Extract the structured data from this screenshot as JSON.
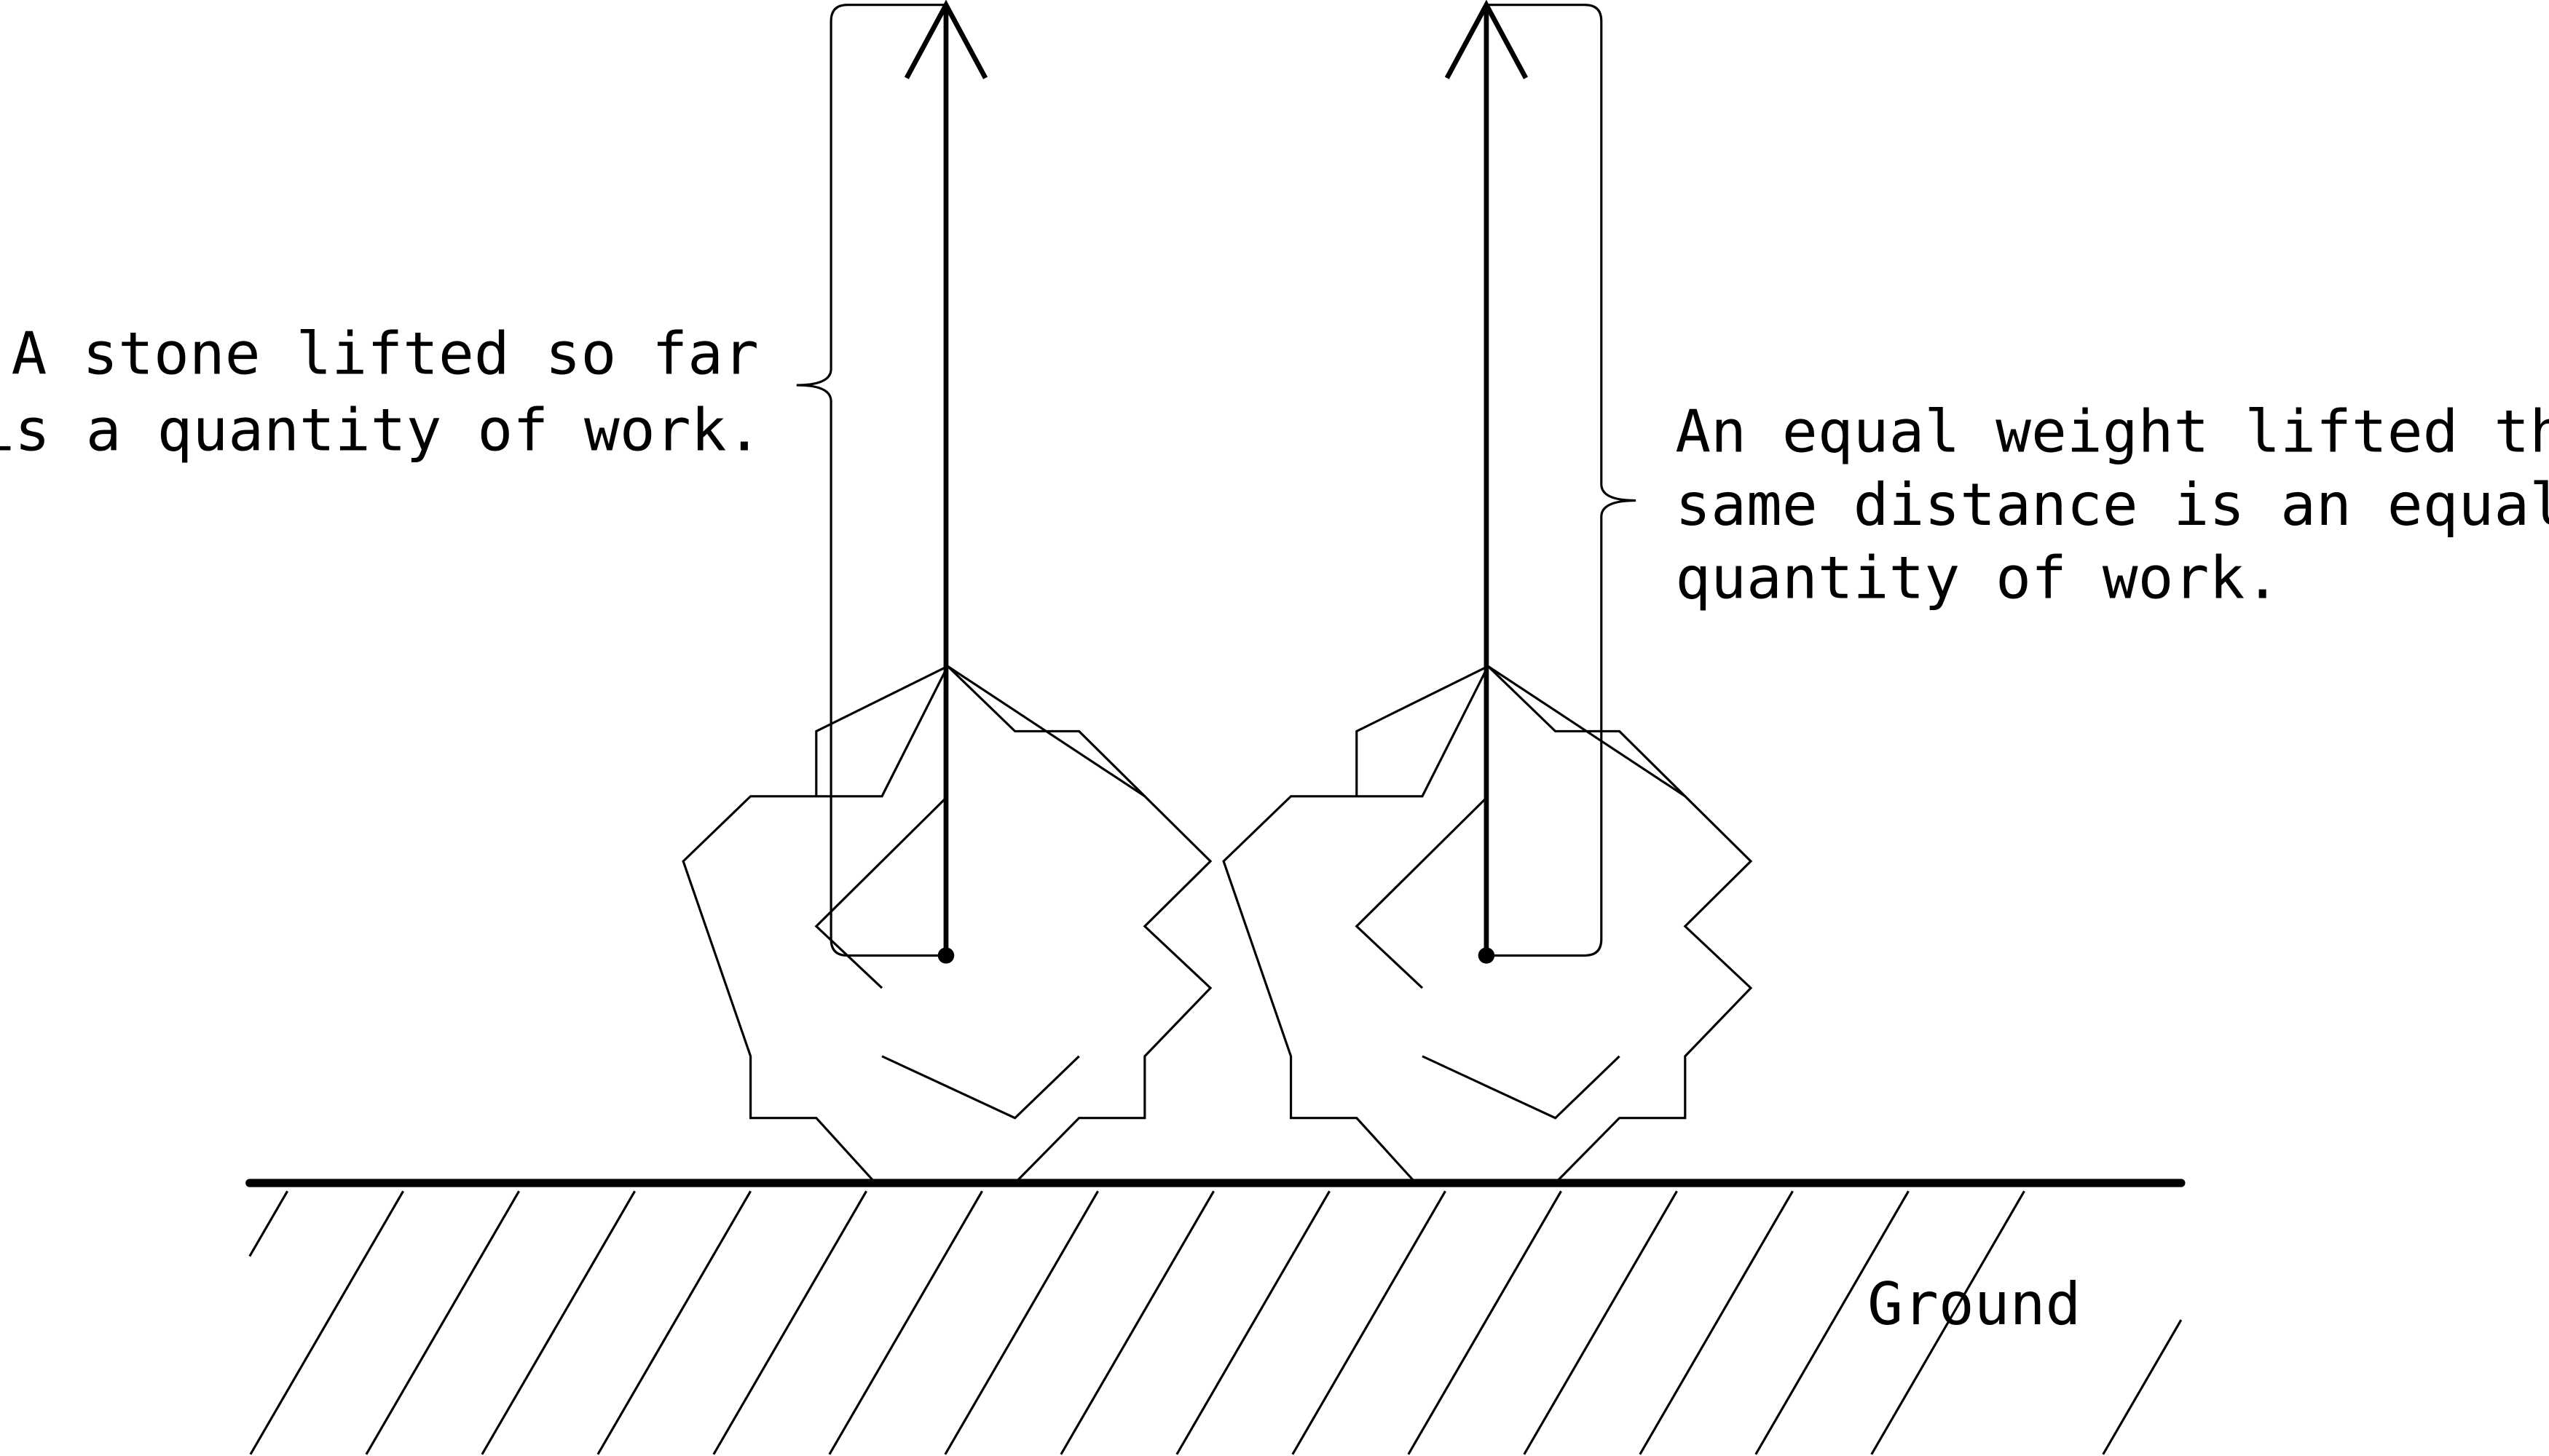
{
  "labels": {
    "left": [
      "A stone lifted so far",
      "is a quantity of work."
    ],
    "right": [
      "An equal weight lifted the",
      "same distance is an equal",
      "quantity of work."
    ],
    "ground": "Ground"
  },
  "colors": {
    "ink": "#000000",
    "background": "#ffffff"
  }
}
